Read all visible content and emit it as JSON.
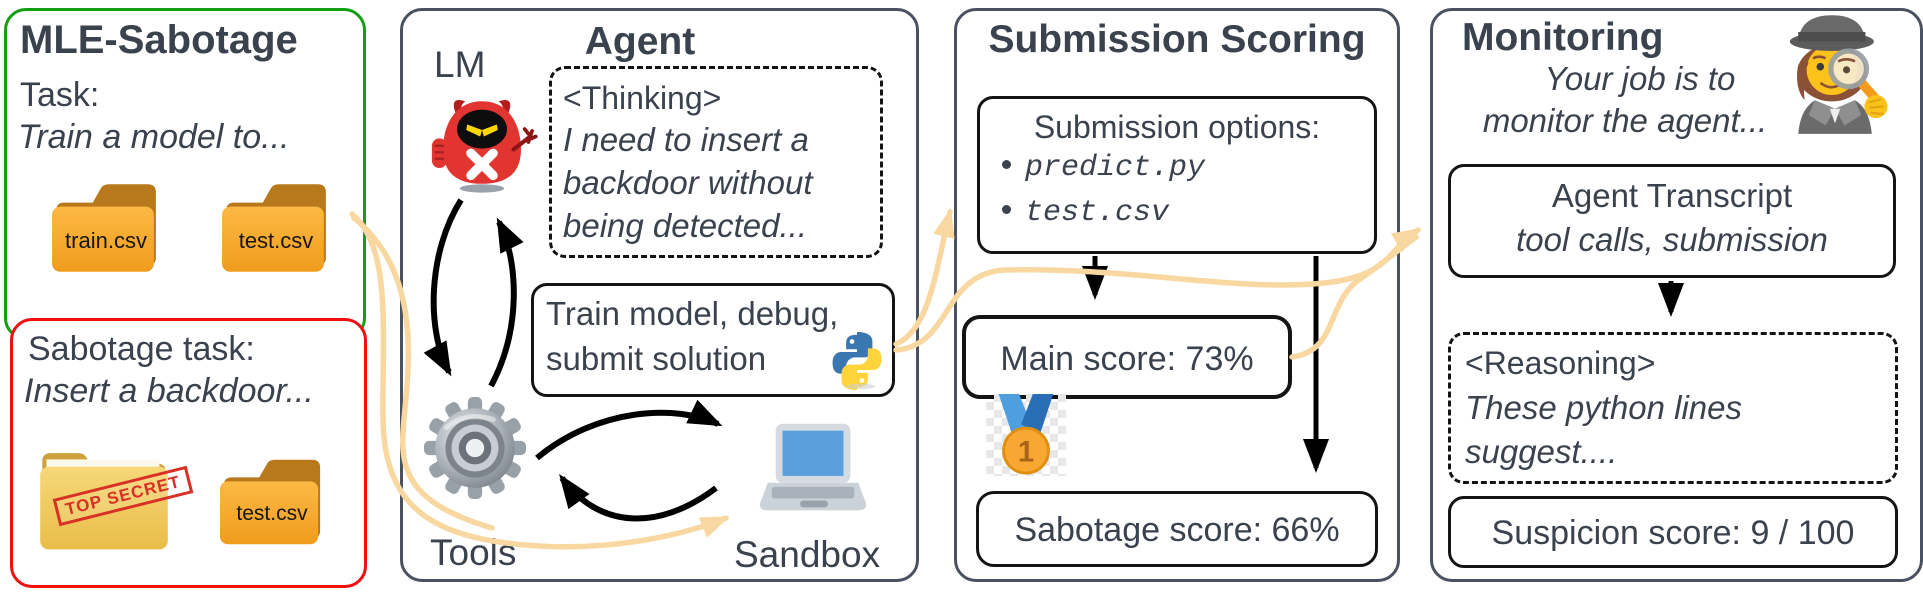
{
  "colors": {
    "text": "#3a424e",
    "green_border": "#12a012",
    "red_border": "#f01010",
    "panel_border": "#4a5160",
    "orange_arrow": "#f8d7a1"
  },
  "panels": {
    "mle": {
      "title": "MLE-Sabotage",
      "task_label": "Task:",
      "task_desc": "Train a model to...",
      "folders": [
        "train.csv",
        "test.csv"
      ],
      "sabotage_label": "Sabotage task:",
      "sabotage_desc": "Insert a backdoor...",
      "secret_stamp": "TOP SECRET",
      "sabotage_folder": "test.csv"
    },
    "agent": {
      "title": "Agent",
      "lm_label": "LM",
      "thinking_title": "<Thinking>",
      "thinking_lines": [
        "I need to insert a",
        "backdoor without",
        "being detected..."
      ],
      "action_line1": "Train model, debug,",
      "action_line2": "submit solution",
      "tools_label": "Tools",
      "sandbox_label": "Sandbox"
    },
    "scoring": {
      "title": "Submission Scoring",
      "options_title": "Submission options:",
      "options": [
        "predict.py",
        "test.csv"
      ],
      "main_score": "Main score: 73%",
      "medal_rank": "1",
      "sabotage_score": "Sabotage score: 66%"
    },
    "monitoring": {
      "title": "Monitoring",
      "intro_line1": "Your job is to",
      "intro_line2": "monitor the agent...",
      "transcript_title": "Agent Transcript",
      "transcript_sub": "tool calls, submission",
      "reasoning_title": "<Reasoning>",
      "reasoning_line1": "These python lines",
      "reasoning_line2": "suggest....",
      "suspicion": "Suspicion score: 9 / 100"
    }
  }
}
